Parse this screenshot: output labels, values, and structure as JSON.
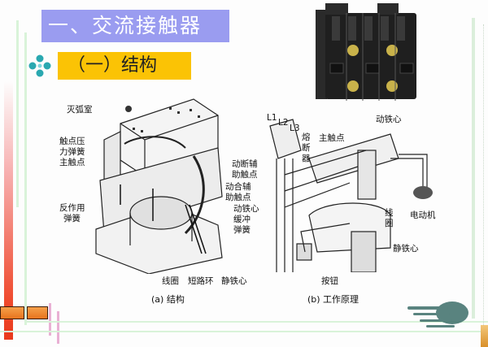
{
  "slide": {
    "title": "一、交流接触器",
    "subtitle": "（一）结构",
    "colors": {
      "title_bg": "#9a9cf0",
      "subtitle_bg": "#fbc305",
      "accent_red": "#ef4a2e",
      "accent_orange": "#e8741e",
      "decor_green": "#d9f3d9",
      "flower_teal": "#2aa8b0"
    }
  },
  "photo": {
    "alt": "交流接触器实物照片"
  },
  "diagram_a": {
    "caption": "(a) 结构",
    "labels": {
      "arc_chamber": "灭弧室",
      "contact_spring_1": "触点压",
      "contact_spring_2": "力弹簧",
      "main_contact": "主触点",
      "reaction_spring_1": "反作用",
      "reaction_spring_2": "弹簧",
      "nc_aux_1": "动断辅",
      "nc_aux_2": "助触点",
      "no_aux_1": "动合辅",
      "no_aux_2": "助触点",
      "moving_core": "动铁心",
      "buffer_spring_1": "缓冲",
      "buffer_spring_2": "弹簧",
      "coil": "线圈",
      "shorting_ring": "短路环",
      "static_core": "静铁心"
    }
  },
  "diagram_b": {
    "caption": "(b) 工作原理",
    "labels": {
      "l1": "L1",
      "l2": "L2",
      "l3": "L3",
      "fuse_1": "熔",
      "fuse_2": "断",
      "fuse_3": "器",
      "main_contact": "主触点",
      "moving_core": "动铁心",
      "motor": "电动机",
      "coil_1": "线",
      "coil_2": "圈",
      "static_core": "静铁心",
      "button": "按钮"
    }
  }
}
